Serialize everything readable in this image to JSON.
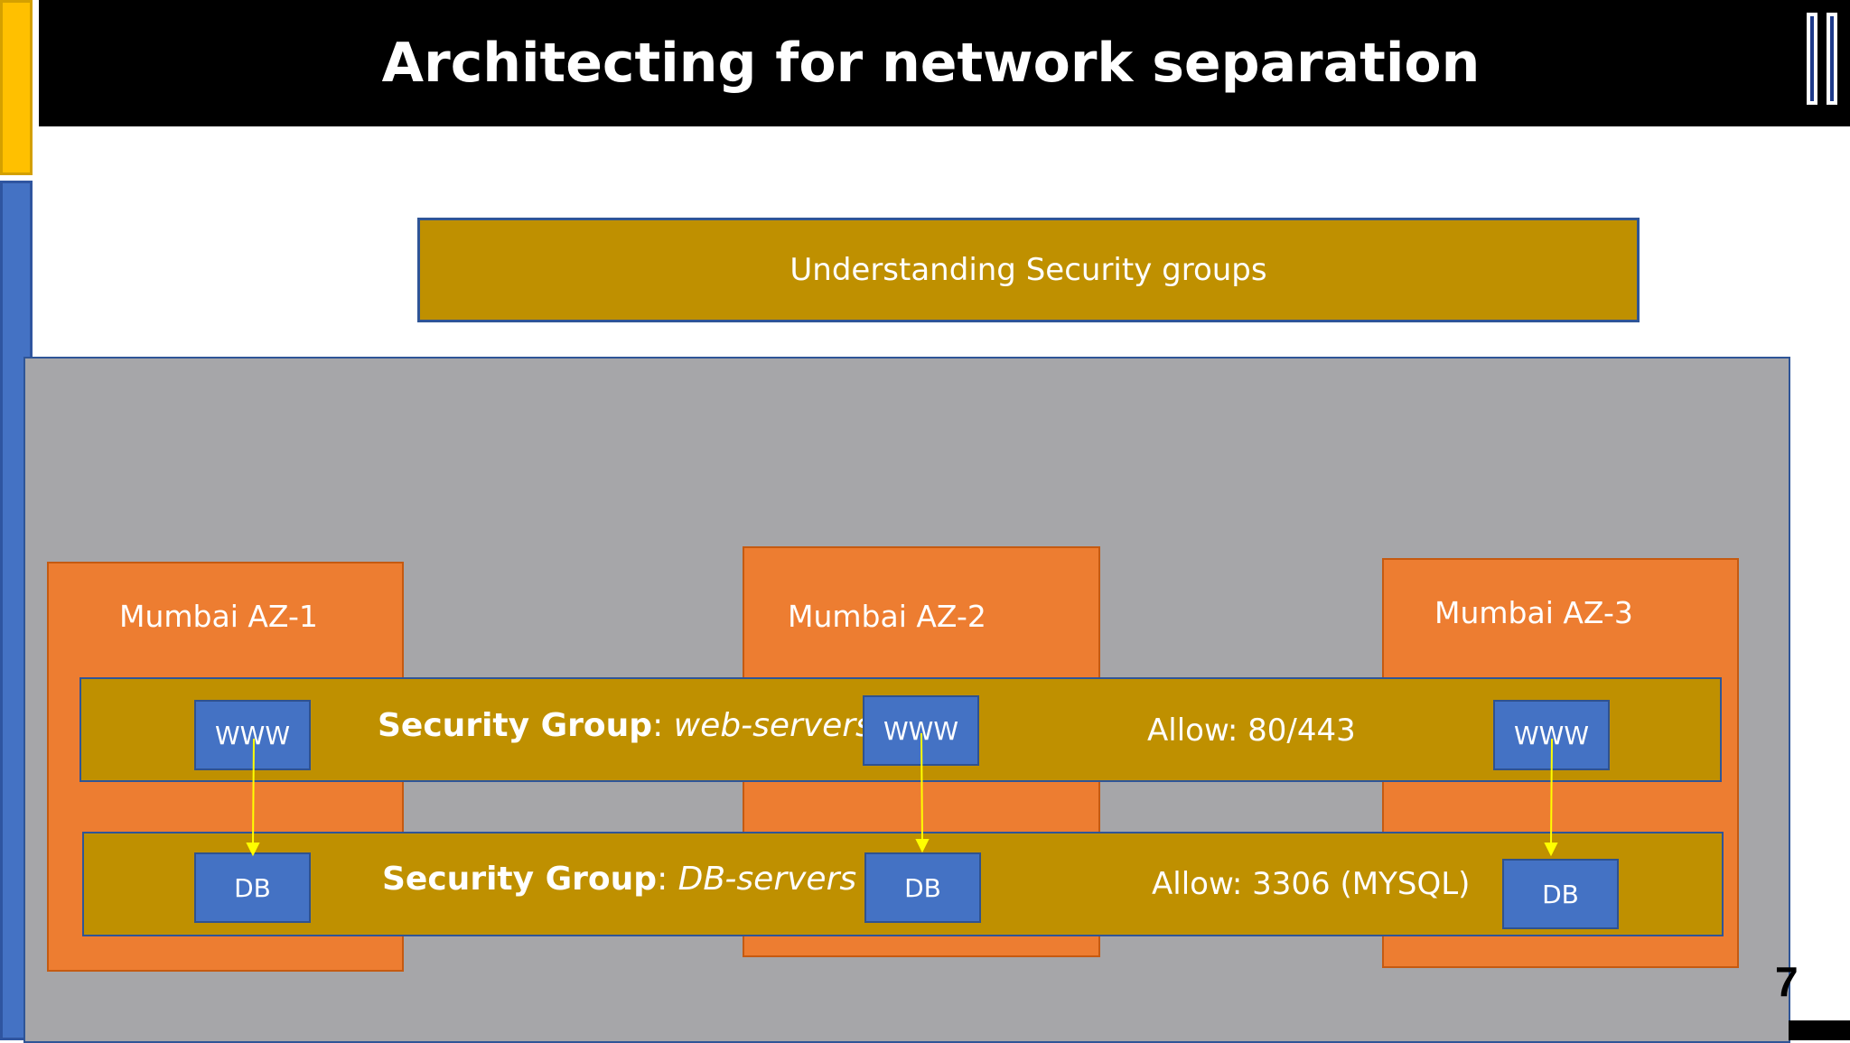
{
  "slide": {
    "title": "Architecting for network separation",
    "header_box": "Understanding Security groups",
    "slide_number": "7"
  },
  "zones": [
    {
      "label": "Mumbai AZ-1"
    },
    {
      "label": "Mumbai AZ-2"
    },
    {
      "label": "Mumbai AZ-3"
    }
  ],
  "security_groups": {
    "web": {
      "prefix": "Security Group",
      "separator": ": ",
      "name": "web-servers",
      "rule": "Allow: 80/443"
    },
    "db": {
      "prefix": "Security Group",
      "separator": ": ",
      "name": "DB-servers",
      "rule": "Allow: 3306 (MYSQL)"
    }
  },
  "nodes": {
    "web": [
      "WWW",
      "WWW",
      "WWW"
    ],
    "db": [
      "DB",
      "DB",
      "DB"
    ]
  },
  "colors": {
    "title_bar": "#000000",
    "security_group_fill": "#bf9000",
    "availability_zone_fill": "#ed7d31",
    "region_fill": "#a6a6a9",
    "node_fill": "#4472c4",
    "connector": "#ffff00",
    "accent_yellow": "#ffc000",
    "accent_blue": "#4472c4"
  }
}
